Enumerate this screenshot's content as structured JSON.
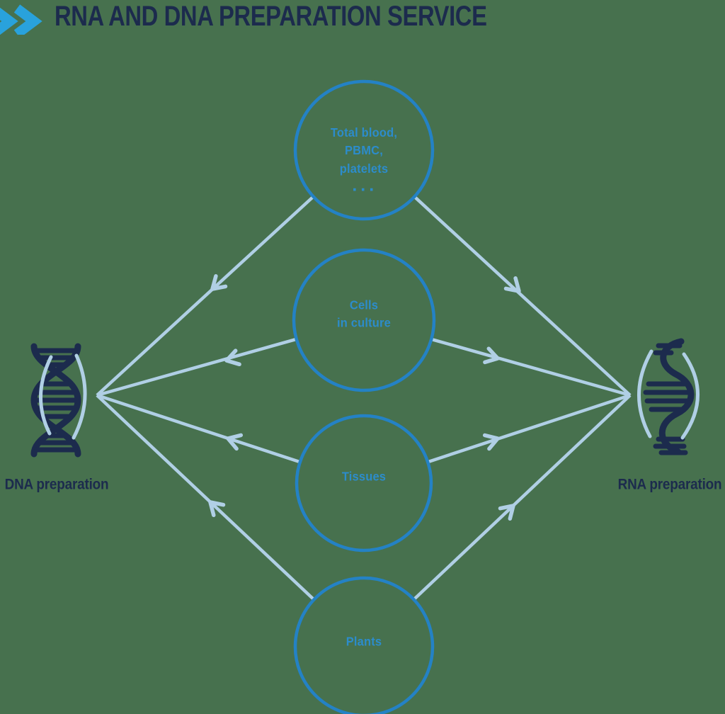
{
  "header": {
    "title": "RNA AND DNA PREPARATION SERVICE"
  },
  "colors": {
    "background": "#47714E",
    "title_navy": "#1C2B4D",
    "chevron_blue": "#29A2DC",
    "circle_stroke_blue": "#2482C5",
    "circle_text_blue": "#2C8CCB",
    "connector_light_blue": "#B0CFE5"
  },
  "diagram": {
    "source_nodes": [
      {
        "label": "Total blood,\nPBMC,\nplatelets",
        "ellipsis": "..."
      },
      {
        "label": "Cells\nin culture"
      },
      {
        "label": "Tissues"
      },
      {
        "label": "Plants"
      }
    ],
    "left_output": {
      "label": "DNA preparation",
      "icon": "dna-double-helix-icon"
    },
    "right_output": {
      "label": "RNA preparation",
      "icon": "rna-single-helix-icon"
    }
  }
}
